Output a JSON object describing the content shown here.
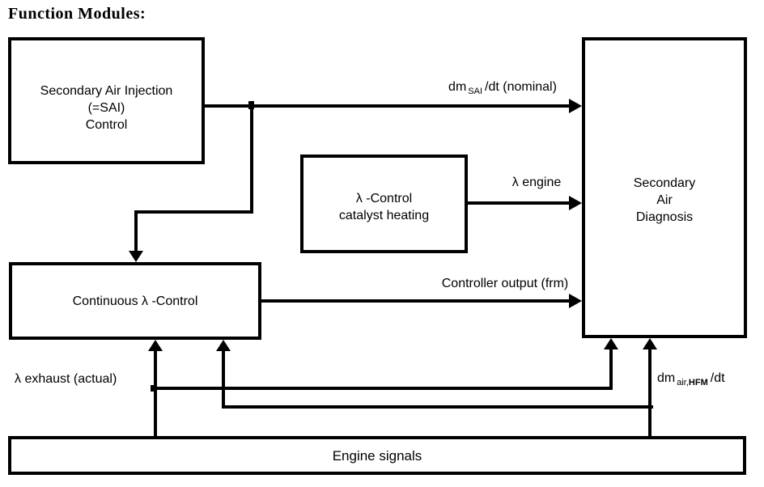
{
  "page": {
    "title": "Function Modules:"
  },
  "boxes": {
    "sai": {
      "lines": [
        "Secondary Air Injection",
        "(=SAI)",
        "Control"
      ]
    },
    "catalyst": {
      "lines": [
        "λ -Control",
        "catalyst heating"
      ]
    },
    "continuous": {
      "lines": [
        "Continuous λ -Control"
      ]
    },
    "diagnosis": {
      "lines": [
        "Secondary",
        "Air",
        "Diagnosis"
      ]
    },
    "engine": {
      "lines": [
        "Engine signals"
      ]
    }
  },
  "labels": {
    "sai_flow": {
      "pre": "dm",
      "sub": "SAI",
      "post": "/dt (nominal)"
    },
    "lambda_engine": "λ engine",
    "controller_output": "Controller output (frm)",
    "lambda_exhaust": "λ exhaust (actual)",
    "hfm_flow": {
      "pre": "dm",
      "sub_normal": "air,",
      "sub_bold": "HFM",
      "post": "/dt"
    }
  },
  "colors": {
    "ink": "#000000",
    "background": "#ffffff"
  }
}
